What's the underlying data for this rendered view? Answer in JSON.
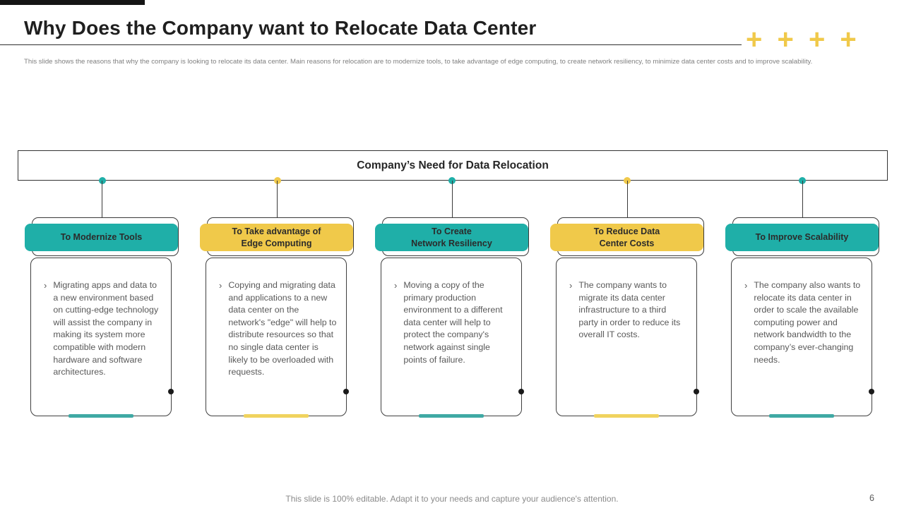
{
  "header": {
    "title": "Why Does the Company want to Relocate Data Center",
    "subtitle": "This slide shows the reasons that why the company is looking to relocate its data center. Main reasons for relocation are to modernize tools, to take advantage of edge computing, to create network resiliency, to minimize data center costs and to improve scalability.",
    "decoration": "+ + + +"
  },
  "colors": {
    "teal": "#1fafa8",
    "yellow": "#f0c94a",
    "line": "#3a3a3a",
    "body_text": "#595959",
    "footer_text": "#8a8a8a"
  },
  "diagram": {
    "root_label": "Company’s Need for Data Relocation",
    "branches": [
      {
        "label": "To Modernize Tools",
        "accent": "teal",
        "bullet": "›",
        "text": "Migrating apps and data to a new environment based on cutting-edge technology will assist the company in making its system more compatible with modern hardware and software architectures."
      },
      {
        "label": "To Take advantage of\nEdge Computing",
        "accent": "yellow",
        "bullet": "›",
        "text": "Copying and migrating data and applications to a new data center on the network's \"edge\" will help to distribute resources so that no single data center is likely to be overloaded with requests."
      },
      {
        "label": "To Create\nNetwork Resiliency",
        "accent": "teal",
        "bullet": "›",
        "text": "Moving a copy of the primary production environment to a different data center will help to protect the company's network against single points of failure."
      },
      {
        "label": "To Reduce Data\nCenter Costs",
        "accent": "yellow",
        "bullet": "›",
        "text": "The company wants to migrate its data center infrastructure to a third party in order to reduce its overall IT costs."
      },
      {
        "label": "To Improve Scalability",
        "accent": "teal",
        "bullet": "›",
        "text": "The company also wants to relocate its data center in order to scale the available computing power and network bandwidth to the company’s ever-changing needs."
      }
    ]
  },
  "footer": {
    "note": "This slide is 100% editable. Adapt it to your needs and capture your audience's attention.",
    "page_number": "6"
  }
}
